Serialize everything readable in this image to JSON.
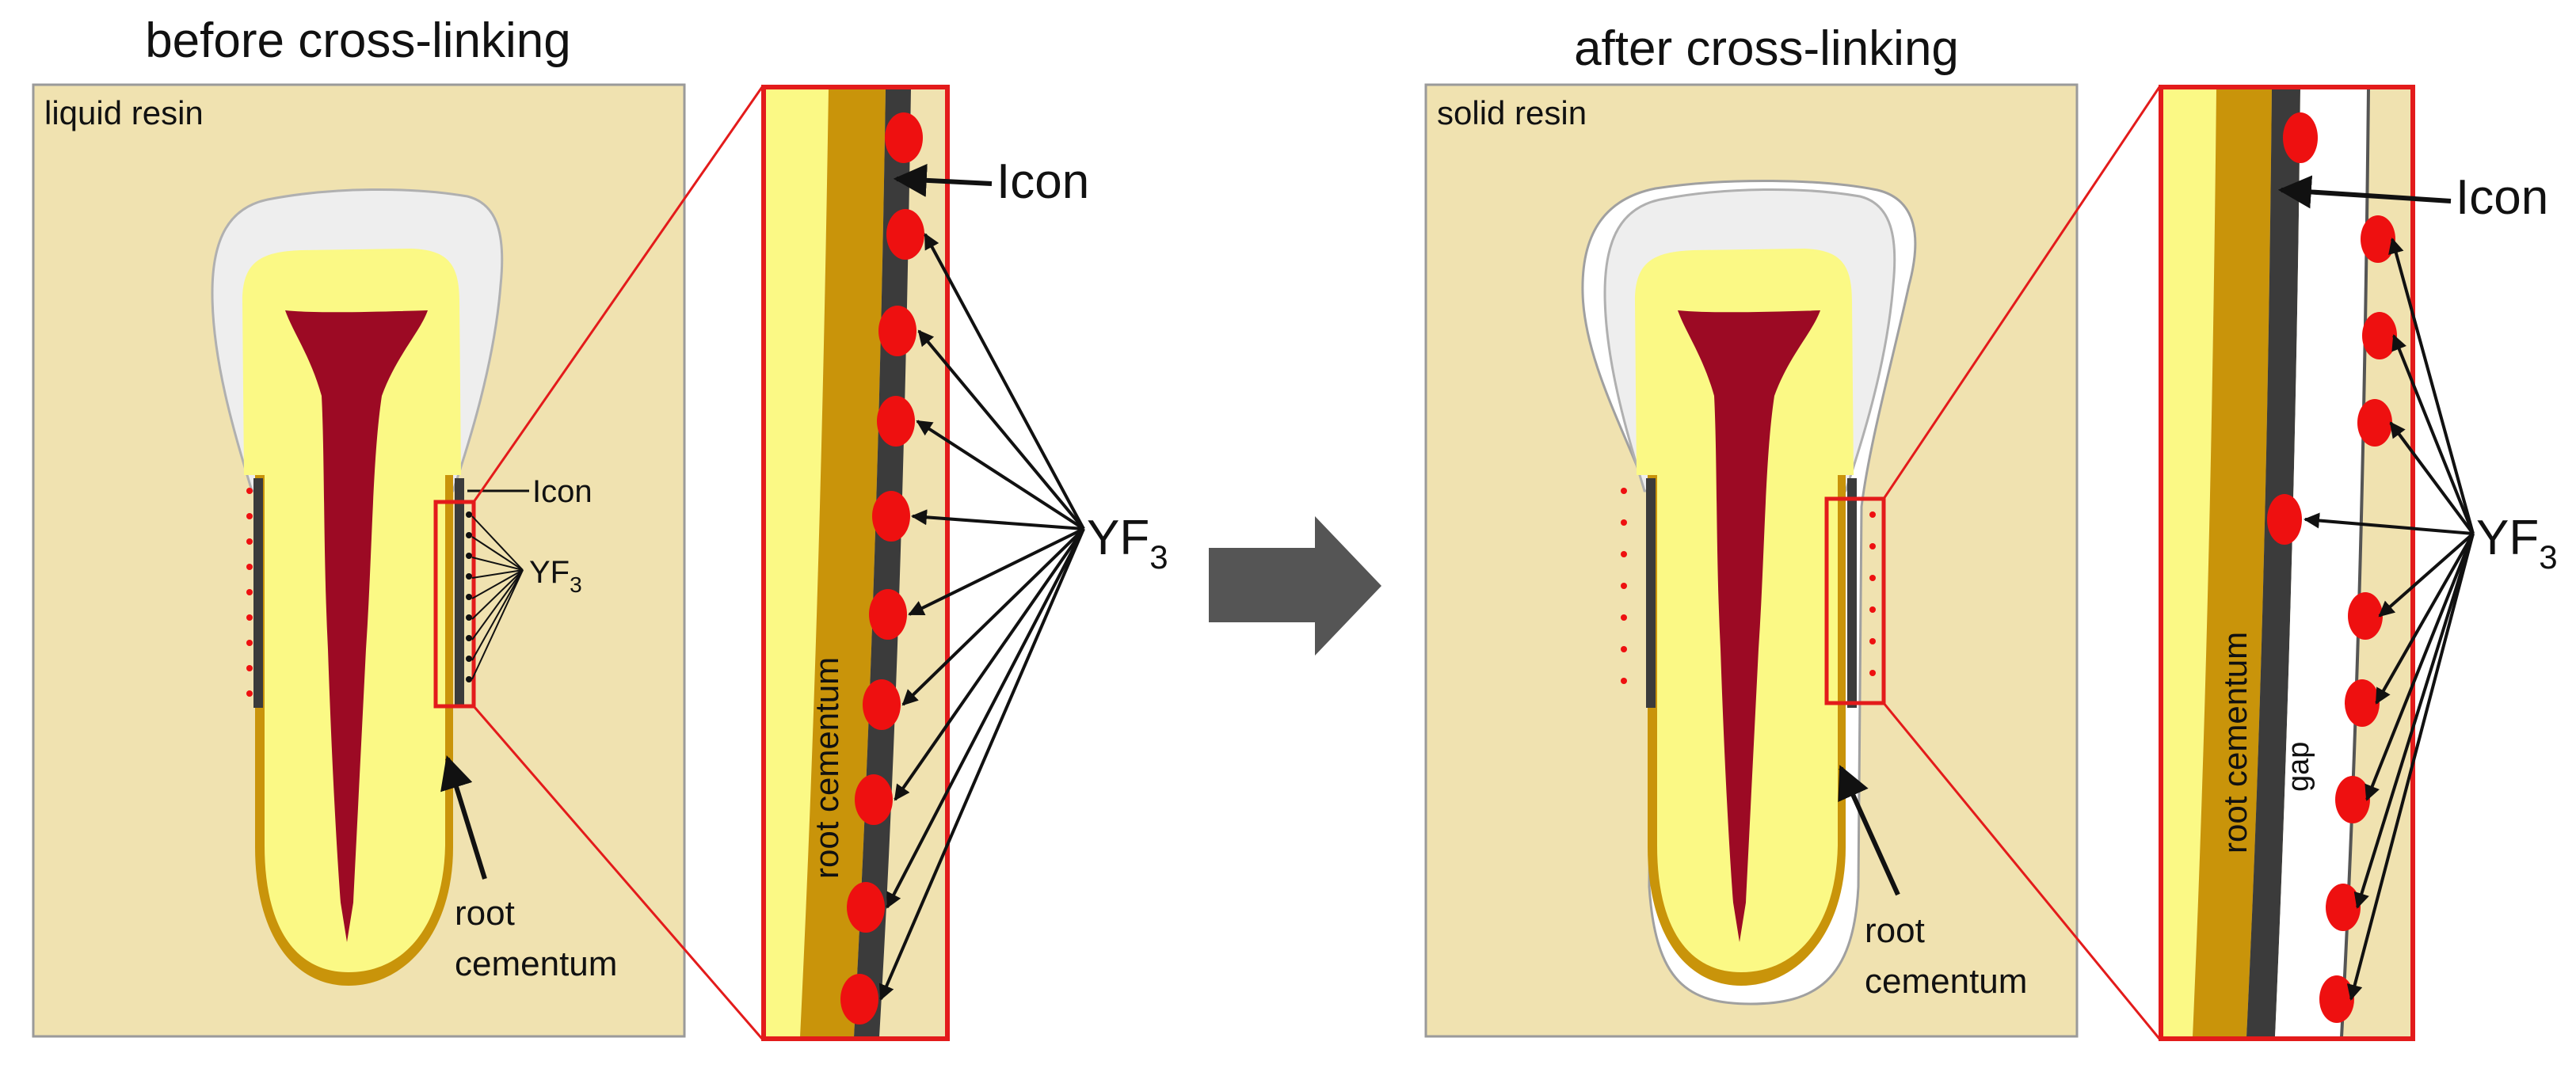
{
  "colors": {
    "resin": "#f0e2b0",
    "dentin": "#fbf985",
    "pulp": "#9c0a24",
    "cementum": "#c9940a",
    "enamel": "#eeeeee",
    "icon_layer": "#3b3b3b",
    "particles": "#ee1010",
    "frame": "#e31b1b",
    "arrow": "#555555"
  },
  "before": {
    "title": "before cross-linking",
    "resin_label": "liquid resin",
    "icon_label": "Icon",
    "yf3_base": "YF",
    "yf3_sub": "3",
    "cementum_label_line1": "root",
    "cementum_label_line2": "cementum",
    "zoom": {
      "icon_label": "Icon",
      "yf3_base": "YF",
      "yf3_sub": "3",
      "cementum_label": "root cementum"
    }
  },
  "after": {
    "title": "after cross-linking",
    "resin_label": "solid resin",
    "cementum_label_line1": "root",
    "cementum_label_line2": "cementum",
    "zoom": {
      "icon_label": "Icon",
      "yf3_base": "YF",
      "yf3_sub": "3",
      "cementum_label": "root cementum",
      "gap_label": "gap"
    }
  }
}
